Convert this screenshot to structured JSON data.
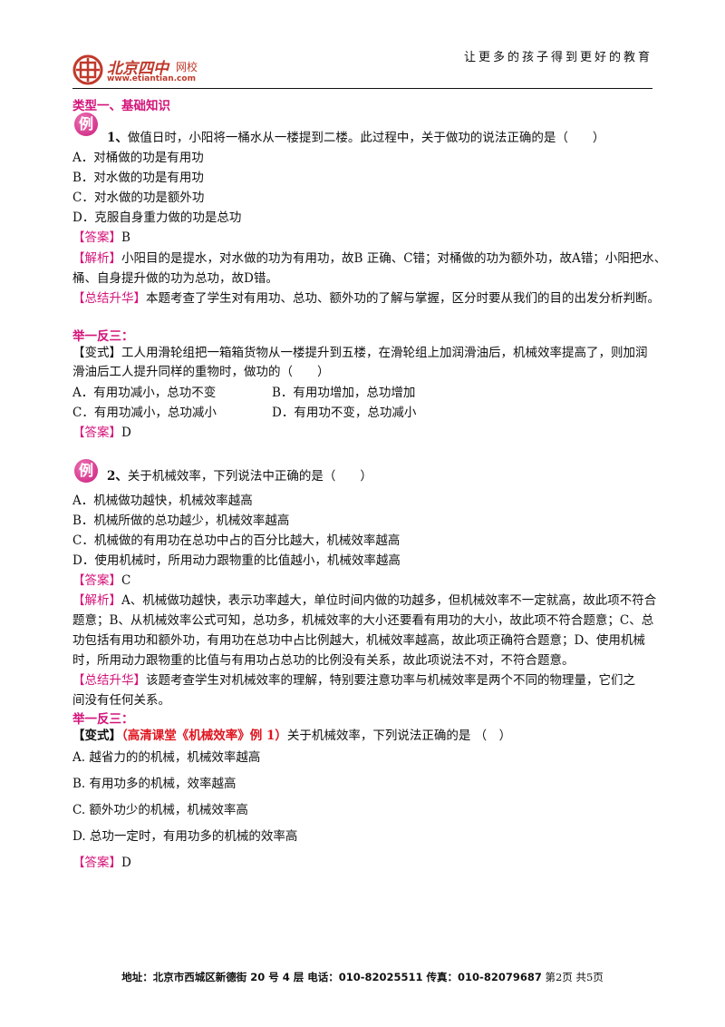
{
  "header": {
    "slogan": "让更多的孩子得到更好的教育",
    "logo_text": "北京四中",
    "logo_suffix": "网校",
    "logo_url": "www.etiantian.com"
  },
  "section1": {
    "title": "类型一、基础知识"
  },
  "badge": "例",
  "ex1": {
    "num": "1、",
    "question": "做值日时，小阳将一桶水从一楼提到二楼。此过程中，关于做功的说法正确的是（　　）",
    "options": [
      "A．对桶做的功是有用功",
      "B．对水做的功是有用功",
      "C．对水做的功是额外功",
      "D．克服自身重力做的功是总功"
    ],
    "answer_tag": "【答案】",
    "answer": "B",
    "analysis_tag": "【解析】",
    "analysis": [
      "小阳目的是提水，对水做的功为有用功，故B 正确、C错；对桶做的功为额外功，故A错；小阳把水、",
      "桶、自身提升做的功为总功，故D错。"
    ],
    "summary_tag": "【总结升华】",
    "summary": "本题考查了学生对有用功、总功、额外功的了解与掌握，区分时要从我们的目的出发分析判断。"
  },
  "practice1": {
    "title": "举一反三：",
    "text": [
      "【变式】工人用滑轮组把一箱箱货物从一楼提升到五楼，在滑轮组上加润滑油后，机械效率提高了，则加润",
      "滑油后工人提升同样的重物时，做功的（　　）"
    ],
    "options": [
      "A．有用功减小，总功不变",
      "B．有用功增加，总功增加",
      "C．有用功减小，总功减小",
      "D．有用功不变，总功减小"
    ],
    "answer_tag": "【答案】",
    "answer": "D"
  },
  "ex2": {
    "num": "2、",
    "question": "关于机械效率，下列说法中正确的是（　　）",
    "options": [
      "A．机械做功越快，机械效率越高",
      "B．机械所做的总功越少，机械效率越高",
      "C．机械做的有用功在总功中占的百分比越大，机械效率越高",
      "D．使用机械时，所用动力跟物重的比值越小，机械效率越高"
    ],
    "answer_tag": "【答案】",
    "answer": "C",
    "analysis_tag": "【解析】",
    "analysis": [
      "A、机械做功越快，表示功率越大，单位时间内做的功越多，但机械效率不一定就高，故此项不符合",
      "题意；B、从机械效率公式可知，总功多，机械效率的大小还要看有用功的大小，故此项不符合题意；C、总",
      "功包括有用功和额外功，有用功在总功中占比例越大，机械效率越高，故此项正确符合题意；D、使用机械",
      "时，所用动力跟物重的比值与有用功占总功的比例没有关系，故此项说法不对，不符合题意。"
    ],
    "summary_tag": "【总结升华】",
    "summary": [
      "该题考查学生对机械效率的理解，特别要注意功率与机械效率是两个不同的物理量，它们之",
      "间没有任何关系。"
    ]
  },
  "practice2": {
    "title": "举一反三：",
    "variant_tag": "【变式】",
    "source": "（高清课堂《机械效率》例 1）",
    "question": "关于机械效率，下列说法正确的是 （　）",
    "options": [
      "A. 越省力的的机械，机械效率越高",
      "B. 有用功多的机械，效率越高",
      "C. 额外功少的机械，机械效率高",
      "D. 总功一定时，有用功多的机械的效率高"
    ],
    "answer_tag": "【答案】",
    "answer": "D"
  },
  "footer": {
    "address": "地址：北京市西城区新德街 20 号 4 层  电话：010-82025511  传真：010-82079687",
    "page": "第2页  共5页"
  },
  "colors": {
    "accent": "#d4147a",
    "red": "#e0141e",
    "logo_red": "#c0392b"
  }
}
